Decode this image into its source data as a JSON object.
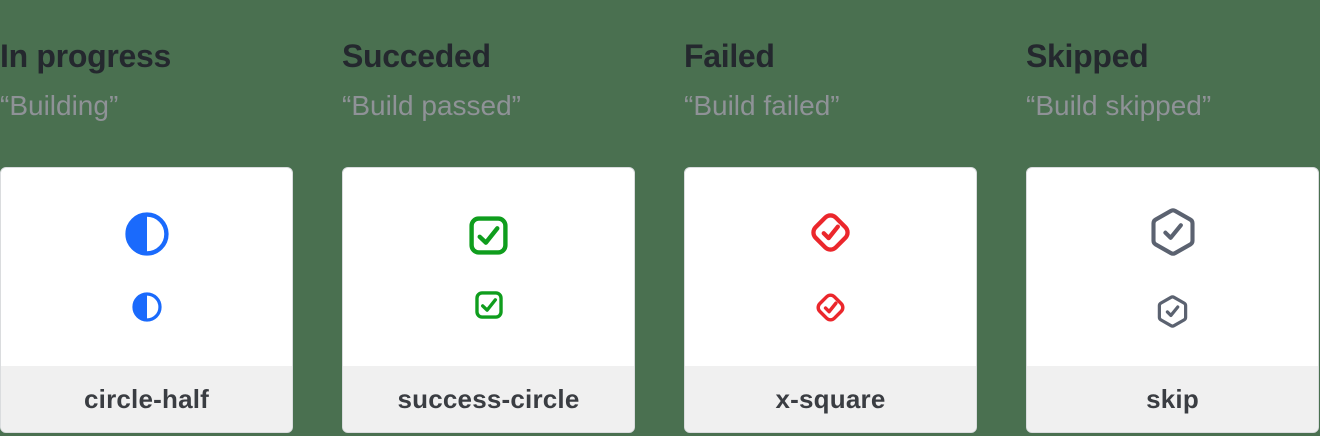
{
  "colors": {
    "background": "#4a7050",
    "card_bg": "#ffffff",
    "card_border": "#dadcde",
    "footer_bg": "#f0f0f0",
    "heading_text": "#24282e",
    "subtitle_text": "#8f9297",
    "footer_text": "#3a3d42",
    "blue_accent": "#1a6afc",
    "green_accent": "#0f9d1d",
    "red_accent": "#eb272c",
    "gray_accent": "#5b6270"
  },
  "columns": [
    {
      "title": "In progress",
      "subtitle": "“Building”",
      "icon": "circle-half-icon",
      "label": "circle-half",
      "accent": "#1a6afc"
    },
    {
      "title": "Succeded",
      "subtitle": "“Build passed”",
      "icon": "check-square-icon",
      "label": "success-circle",
      "accent": "#0f9d1d"
    },
    {
      "title": "Failed",
      "subtitle": "“Build failed”",
      "icon": "diamond-check-icon",
      "label": "x-square",
      "accent": "#eb272c"
    },
    {
      "title": "Skipped",
      "subtitle": "“Build skipped”",
      "icon": "hexagon-check-icon",
      "label": "skip",
      "accent": "#5b6270"
    }
  ]
}
